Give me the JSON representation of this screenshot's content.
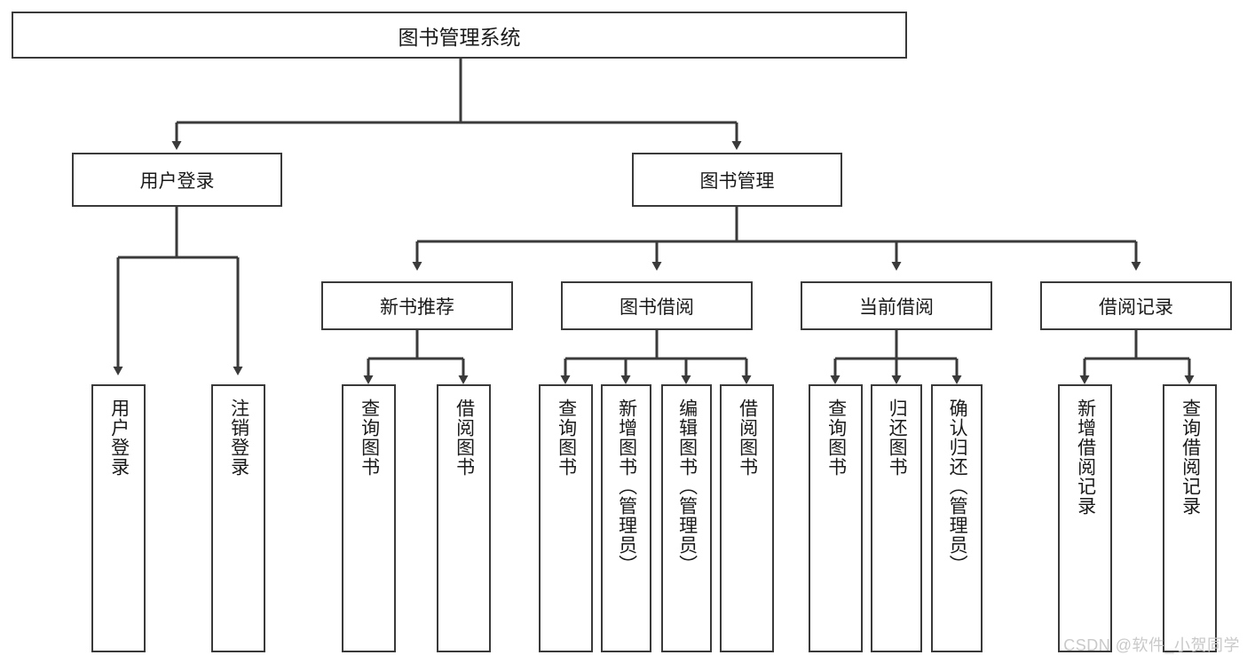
{
  "diagram": {
    "title": "图书管理系统",
    "type": "tree-flowchart",
    "background": "#ffffff",
    "line_color": "#3a3a3a",
    "text_color": "#1a1a1a"
  },
  "root": {
    "label": "图书管理系统"
  },
  "level1": [
    {
      "id": "user-login",
      "label": "用户登录"
    },
    {
      "id": "book-manage",
      "label": "图书管理"
    }
  ],
  "level2": [
    {
      "id": "new-book-recommend",
      "label": "新书推荐"
    },
    {
      "id": "book-borrow",
      "label": "图书借阅"
    },
    {
      "id": "current-borrow",
      "label": "当前借阅"
    },
    {
      "id": "borrow-record",
      "label": "借阅记录"
    }
  ],
  "leaves": {
    "user_login": [
      {
        "id": "leaf-user-login",
        "label": "用户登录"
      },
      {
        "id": "leaf-logout-login",
        "label": "注销登录"
      }
    ],
    "new_book_recommend": [
      {
        "id": "leaf-query-book-1",
        "label": "查询图书"
      },
      {
        "id": "leaf-borrow-book-1",
        "label": "借阅图书"
      }
    ],
    "book_borrow": [
      {
        "id": "leaf-query-book-2",
        "label": "查询图书"
      },
      {
        "id": "leaf-add-book",
        "label": "新增图书（管理员）"
      },
      {
        "id": "leaf-edit-book",
        "label": "编辑图书（管理员）"
      },
      {
        "id": "leaf-borrow-book-2",
        "label": "借阅图书"
      }
    ],
    "current_borrow": [
      {
        "id": "leaf-query-book-3",
        "label": "查询图书"
      },
      {
        "id": "leaf-return-book",
        "label": "归还图书"
      },
      {
        "id": "leaf-confirm-return",
        "label": "确认归还（管理员）"
      }
    ],
    "borrow_record": [
      {
        "id": "leaf-add-record",
        "label": "新增借阅记录"
      },
      {
        "id": "leaf-query-record",
        "label": "查询借阅记录"
      }
    ]
  },
  "watermark": {
    "text": "CSDN @软件_小贺同学"
  }
}
